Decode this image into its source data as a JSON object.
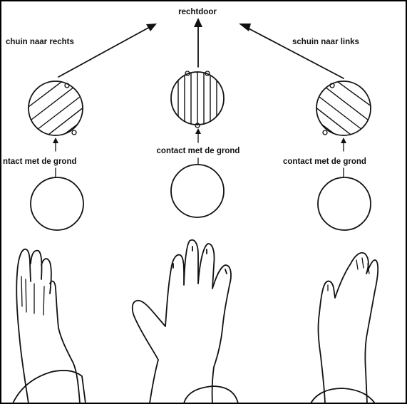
{
  "labels": {
    "top_center": "rechtdoor",
    "top_left": "chuin naar rechts",
    "top_right": "schuin naar links",
    "contact_left": "ntact met de grond",
    "contact_center": "contact met de grond",
    "contact_right": "contact met de grond"
  },
  "colors": {
    "ink": "#111111",
    "background": "#ffffff"
  }
}
